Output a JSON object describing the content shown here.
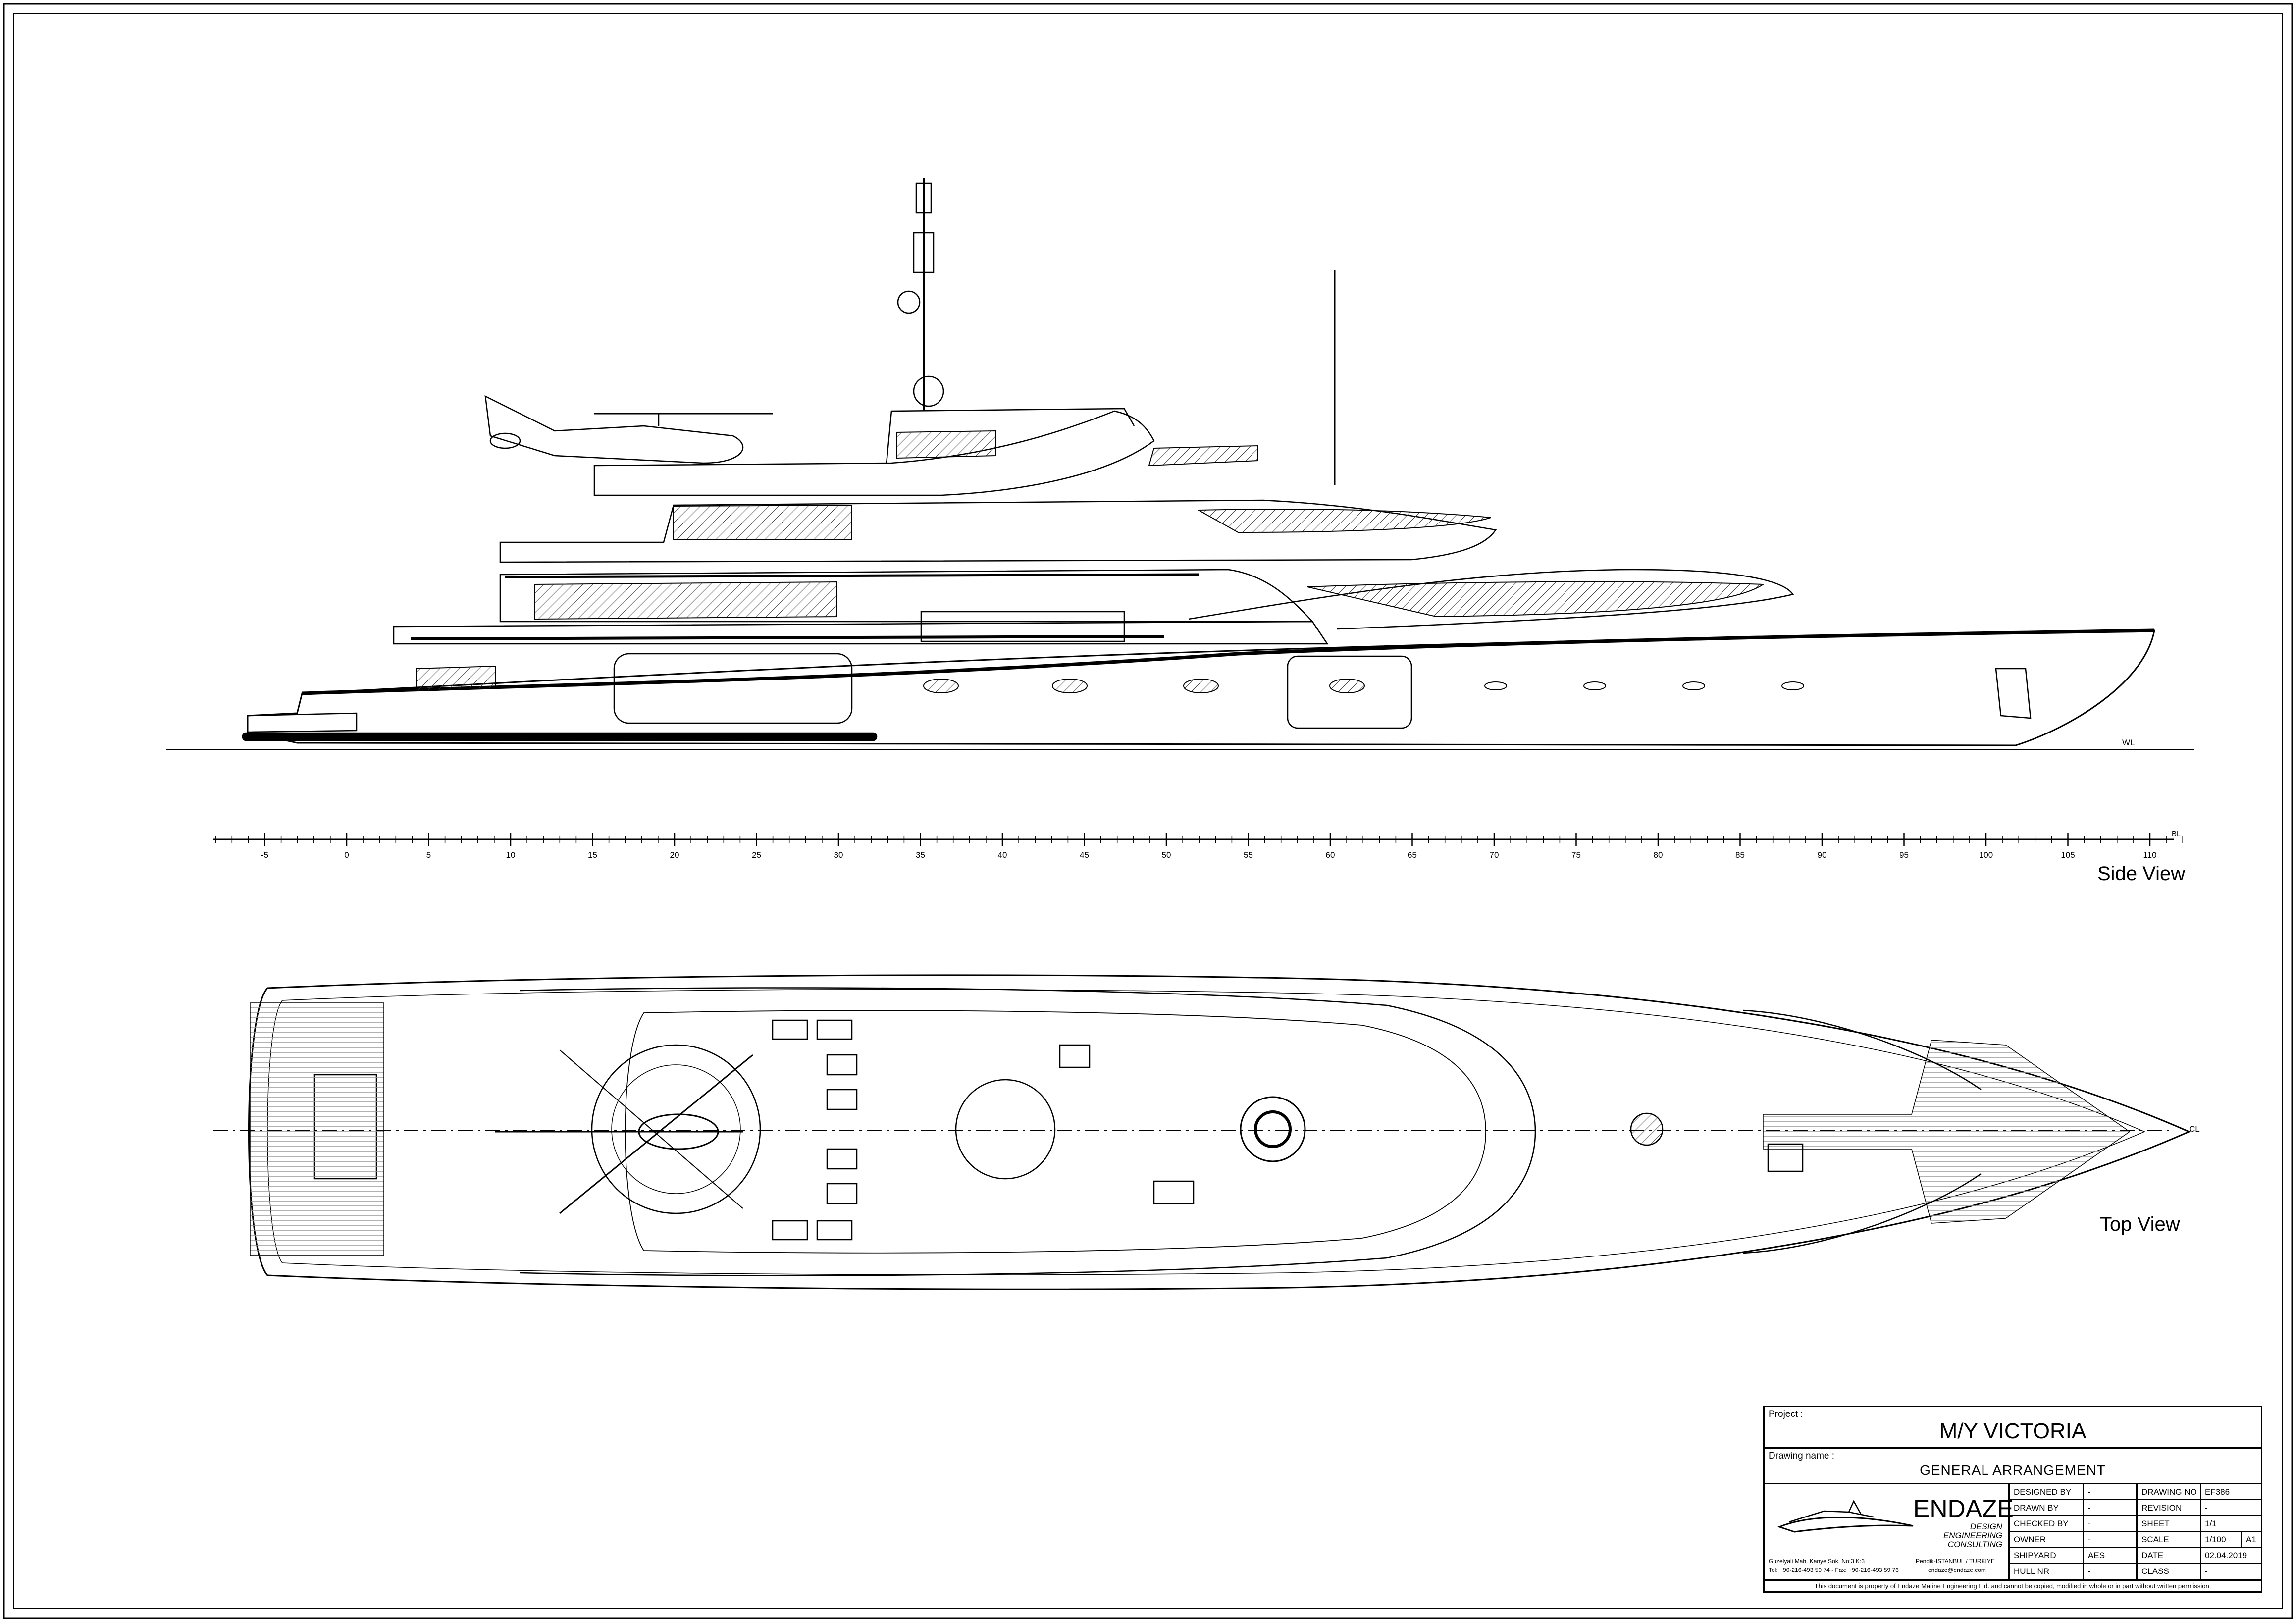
{
  "views": {
    "side_title": "Side View",
    "top_title": "Top View",
    "wl_label": "WL",
    "bl_label": "BL",
    "cl_label": "CL"
  },
  "scale_ticks": [
    "-5",
    "0",
    "5",
    "10",
    "15",
    "20",
    "25",
    "30",
    "35",
    "40",
    "45",
    "50",
    "55",
    "60",
    "65",
    "70",
    "75",
    "80",
    "85",
    "90",
    "95",
    "100",
    "105",
    "110"
  ],
  "title_block": {
    "project_label": "Project :",
    "project_name": "M/Y VICTORIA",
    "drawing_label": "Drawing name :",
    "drawing_name": "GENERAL ARRANGEMENT",
    "company": "ENDAZE",
    "company_sub": [
      "DESIGN",
      "ENGINEERING",
      "CONSULTING"
    ],
    "address_left": [
      "Guzelyali Mah. Kanye Sok. No:3 K:3",
      "Tel: +90-216-493 59 74 - Fax: +90-216-493 59 76"
    ],
    "address_right": [
      "Pendik-ISTANBUL / TURKIYE",
      "endaze@endaze.com"
    ],
    "left_rows": [
      {
        "label": "DESIGNED BY",
        "value": "-"
      },
      {
        "label": "DRAWN BY",
        "value": "-"
      },
      {
        "label": "CHECKED BY",
        "value": "-"
      },
      {
        "label": "OWNER",
        "value": "-"
      },
      {
        "label": "SHIPYARD",
        "value": "AES"
      },
      {
        "label": "HULL NR",
        "value": "-"
      }
    ],
    "right_rows": [
      {
        "label": "DRAWING NO",
        "value": "EF386"
      },
      {
        "label": "REVISION",
        "value": "-"
      },
      {
        "label": "SHEET",
        "value": "1/1"
      },
      {
        "label": "SCALE",
        "value": "1/100",
        "extra": "A1"
      },
      {
        "label": "DATE",
        "value": "02.04.2019"
      },
      {
        "label": "CLASS",
        "value": "-"
      }
    ],
    "footer": "This document is property of  Endaze Marine Engineering Ltd. and cannot be copied, modified in whole or in part without written permission."
  }
}
